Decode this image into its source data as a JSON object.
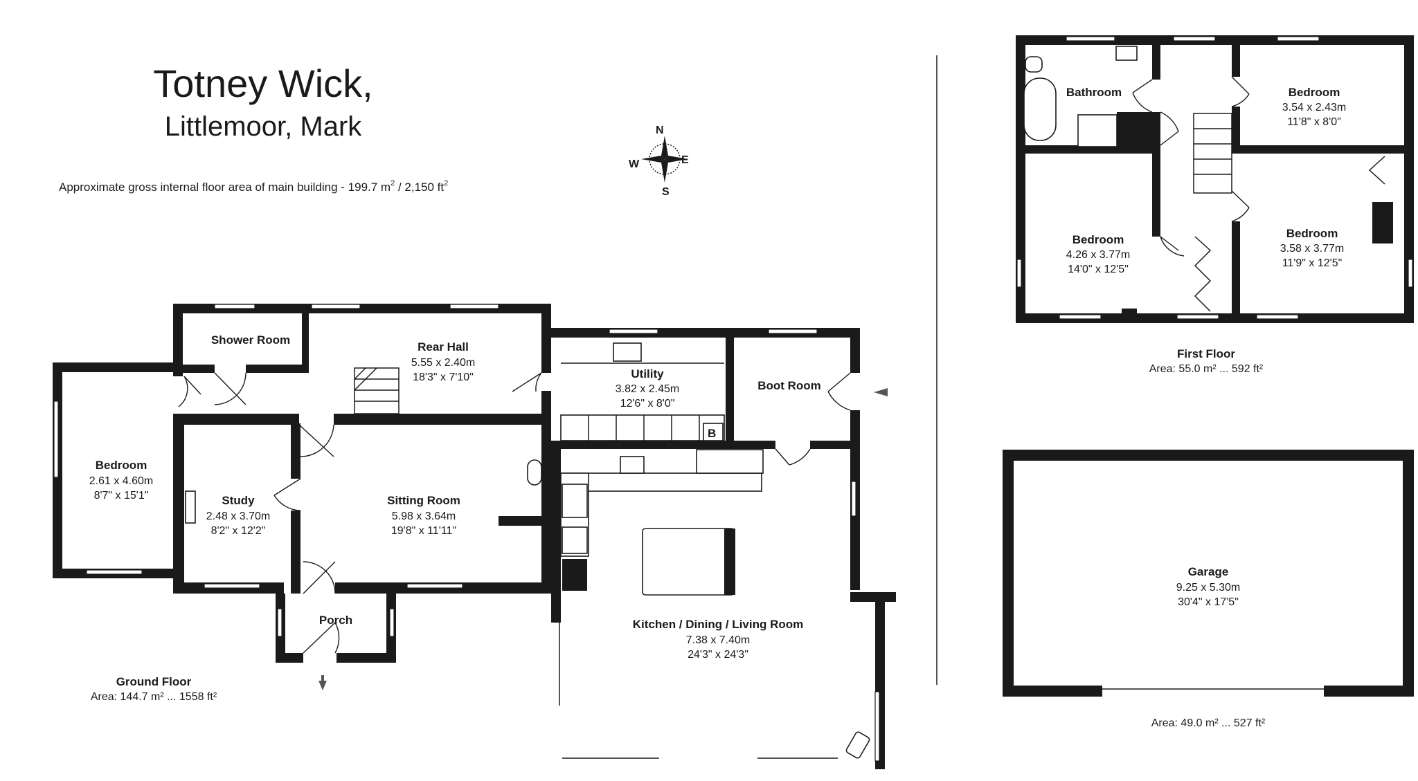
{
  "title": {
    "line1": "Totney Wick,",
    "line2": "Littlemoor, Mark",
    "area_label": "Approximate gross internal floor area of main building  -  199.7 m",
    "area_sup1": "2",
    "area_mid": " /  2,150 ft",
    "area_sup2": "2"
  },
  "compass": {
    "n": "N",
    "e": "E",
    "s": "S",
    "w": "W"
  },
  "ground_floor": {
    "label": "Ground Floor",
    "area": "Area: 144.7 m² ... 1558 ft²",
    "rooms": {
      "shower_room": {
        "name": "Shower Room"
      },
      "rear_hall": {
        "name": "Rear Hall",
        "metric": "5.55 x 2.40m",
        "imperial": "18'3\" x 7'10\""
      },
      "utility": {
        "name": "Utility",
        "metric": "3.82 x 2.45m",
        "imperial": "12'6\" x 8'0\""
      },
      "boot_room": {
        "name": "Boot Room"
      },
      "bedroom": {
        "name": "Bedroom",
        "metric": "2.61 x 4.60m",
        "imperial": "8'7\" x 15'1\""
      },
      "study": {
        "name": "Study",
        "metric": "2.48 x 3.70m",
        "imperial": "8'2\" x 12'2\""
      },
      "sitting_room": {
        "name": "Sitting Room",
        "metric": "5.98 x 3.64m",
        "imperial": "19'8\" x 11'11\""
      },
      "porch": {
        "name": "Porch"
      },
      "kitchen": {
        "name": "Kitchen / Dining / Living Room",
        "metric": "7.38 x 7.40m",
        "imperial": "24'3\" x 24'3\""
      },
      "boiler_label": "B"
    }
  },
  "first_floor": {
    "label": "First Floor",
    "area": "Area: 55.0 m² ... 592 ft²",
    "rooms": {
      "bathroom": {
        "name": "Bathroom"
      },
      "bedroom_ne": {
        "name": "Bedroom",
        "metric": "3.54 x 2.43m",
        "imperial": "11'8\" x 8'0\""
      },
      "bedroom_sw": {
        "name": "Bedroom",
        "metric": "4.26 x 3.77m",
        "imperial": "14'0\" x 12'5\""
      },
      "bedroom_se": {
        "name": "Bedroom",
        "metric": "3.58 x 3.77m",
        "imperial": "11'9\" x 12'5\""
      }
    }
  },
  "garage": {
    "name": "Garage",
    "metric": "9.25 x 5.30m",
    "imperial": "30'4\" x 17'5\"",
    "area": "Area: 49.0 m² ... 527 ft²"
  }
}
